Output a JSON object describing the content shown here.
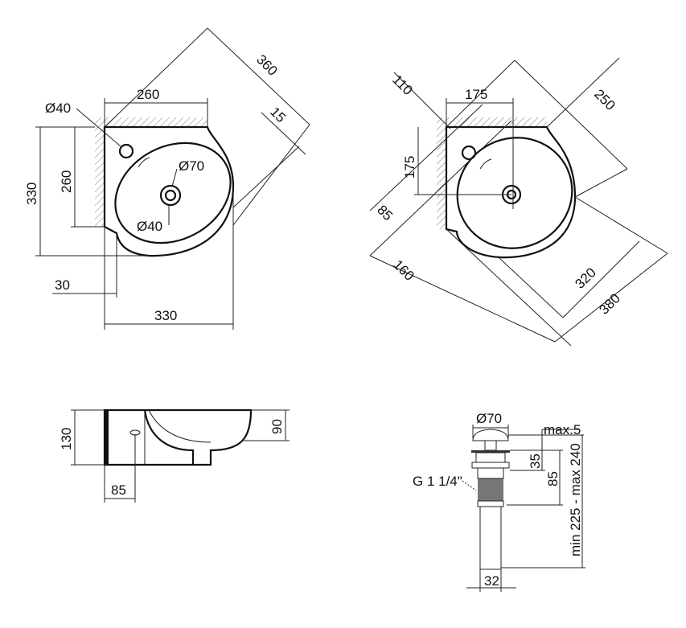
{
  "top_view_left": {
    "width_top": "260",
    "depth_left": "330",
    "depth_inner": "260",
    "wall_offset": "30",
    "width_bottom": "330",
    "diagonal": "360",
    "rim": "15",
    "tap_hole": "Ø40",
    "drain": "Ø70",
    "drain_inner": "Ø40"
  },
  "top_view_right": {
    "width_top": "175",
    "diag_110": "110",
    "diag_250": "250",
    "depth": "175",
    "diag_85": "85",
    "diag_160": "160",
    "diag_320": "320",
    "diag_380": "380"
  },
  "side_view": {
    "height": "130",
    "bowl_depth": "90",
    "back_depth": "85"
  },
  "drain_detail": {
    "cap_diameter": "Ø70",
    "cap_lift": "max.5",
    "flange": "35",
    "thread_length": "85",
    "thread": "G 1 1/4\"",
    "total_length": "min 225 - max 240",
    "pipe_diameter": "32"
  }
}
